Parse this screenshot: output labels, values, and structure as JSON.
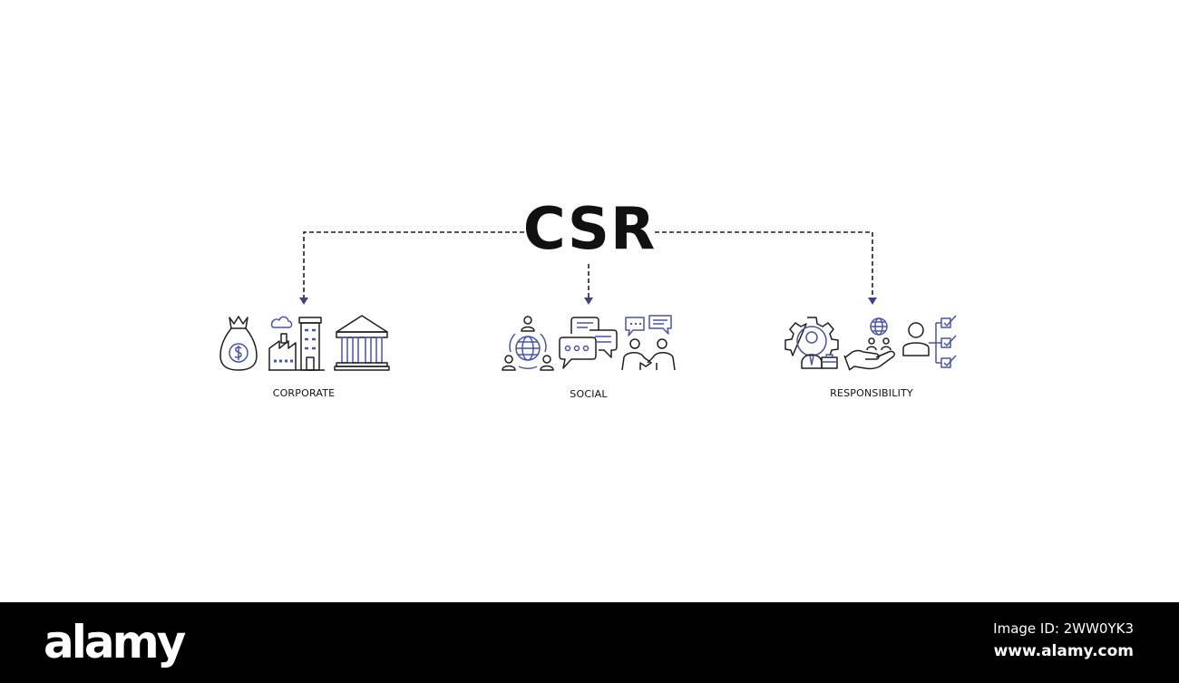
{
  "title": "CSR",
  "branches": [
    {
      "label": "CORPORATE",
      "icons": [
        "money-bag-icon",
        "factory-icon",
        "bank-icon"
      ]
    },
    {
      "label": "SOCIAL",
      "icons": [
        "global-network-icon",
        "chat-bubbles-icon",
        "conversation-icon"
      ]
    },
    {
      "label": "RESPONSIBILITY",
      "icons": [
        "employee-gear-icon",
        "hand-globe-icon",
        "person-checklist-icon"
      ]
    }
  ],
  "colors": {
    "line": "#1f1f1f",
    "arrow": "#3d4580",
    "accent": "#4a55a2",
    "text": "#111111",
    "footer": "#000000"
  },
  "footer": {
    "brand": "alamy",
    "image_id": "Image ID: 2WW0YK3",
    "site_url": "www.alamy.com"
  }
}
